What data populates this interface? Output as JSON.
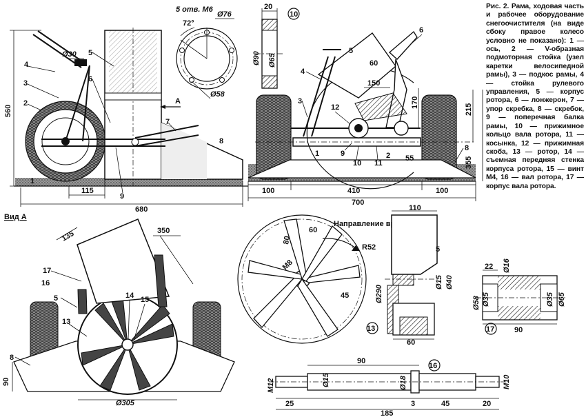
{
  "caption": {
    "title": "Рис. 2.",
    "text": "Рама, ходовая часть и рабочее оборудование снегоочистителя (на виде сбоку правое колесо условно не показано): 1 — ось, 2 — V-образная подмоторная стойка (узел каретки велосипедной рамы), 3 — подкос рамы, 4 — стойка рулевого управления, 5 — корпус ротора, 6 — лонжерон, 7 — упор скребка, 8 — скребок, 9 — поперечная балка рамы, 10 — прижимное кольцо вала ротора, 11 — косынка, 12 — прижимная скоба, 13 — ротор, 14 — съемная передняя стенка корпуса ротора, 15 — винт М4, 16 — вал ротора, 17 — корпус вала ротора."
  },
  "side_view": {
    "dims": {
      "h560": "560",
      "d680": "680",
      "d115": "115",
      "phi30": "Ø30"
    },
    "parts": [
      "1",
      "2",
      "3",
      "4",
      "5",
      "6",
      "7",
      "8",
      "9"
    ],
    "section_letter": "A"
  },
  "ring_10": {
    "dims": {
      "holes": "5 отв. M6",
      "deg": "72°",
      "phi76": "Ø76",
      "phi58": "Ø58",
      "w20": "20",
      "phi90": "Ø90",
      "phi65": "Ø65"
    },
    "number": "10"
  },
  "front_view": {
    "dims": {
      "d700": "700",
      "d100a": "100",
      "d410": "410",
      "d100b": "100",
      "d150": "150",
      "d170": "170",
      "d215": "215",
      "d355": "355",
      "d55": "55",
      "d60": "60"
    },
    "parts": [
      "1",
      "2",
      "3",
      "4",
      "5",
      "6",
      "8",
      "9",
      "10",
      "11",
      "12"
    ]
  },
  "view_a": {
    "title": "Вид А",
    "dims": {
      "d135": "135",
      "d350": "350",
      "d90": "90",
      "phi305": "Ø305"
    },
    "parts": [
      "5",
      "8",
      "13",
      "14",
      "15",
      "16",
      "17"
    ]
  },
  "rotor_13": {
    "title": "Направление вращения",
    "dims": {
      "d80": "80",
      "d60": "60",
      "r52": "R52",
      "m8": "M8",
      "d45": "45"
    },
    "number": "13"
  },
  "housing_17_side": {
    "dims": {
      "d110": "110",
      "phi290": "Ø290",
      "phi15": "Ø15",
      "phi40": "Ø40",
      "d60": "60",
      "d5": "5"
    }
  },
  "part_17": {
    "dims": {
      "d22": "22",
      "phi16": "Ø16",
      "phi58": "Ø58",
      "phi35": "Ø35",
      "phi35b": "Ø35",
      "phi65": "Ø65",
      "d90": "90"
    },
    "number": "17"
  },
  "shaft_16": {
    "dims": {
      "d90": "90",
      "m12": "M12",
      "phi15": "Ø15",
      "phi18": "Ø18",
      "m10": "M10",
      "d25": "25",
      "d3": "3",
      "d45": "45",
      "d20": "20",
      "d185": "185"
    },
    "number": "16"
  }
}
